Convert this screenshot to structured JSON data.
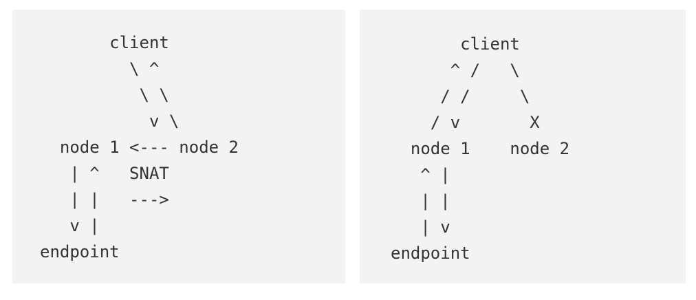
{
  "diagrams": {
    "left": {
      "lines": [
        "       client",
        "         \\ ^",
        "          \\ \\",
        "           v \\",
        "  node 1 <--- node 2",
        "   | ^   SNAT",
        "   | |   --->",
        "   v |",
        "endpoint"
      ]
    },
    "right": {
      "lines": [
        "       client",
        "      ^ /   \\",
        "     / /     \\",
        "    / v       X",
        "  node 1    node 2",
        "   ^ |",
        "   | |",
        "   | v",
        "endpoint"
      ]
    }
  },
  "colors": {
    "panel_bg": "#f3f3f3",
    "text": "#333333"
  }
}
